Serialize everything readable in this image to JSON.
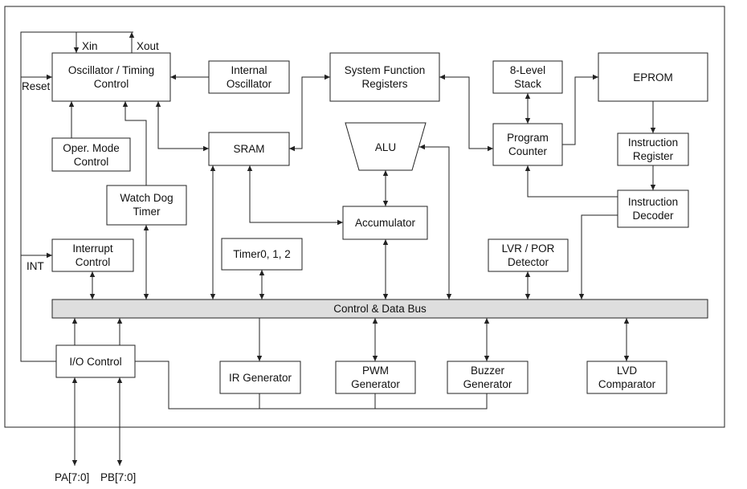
{
  "blocks": {
    "osc": [
      "Oscillator / Timing",
      "Control"
    ],
    "intosc": [
      "Internal",
      "Oscillator"
    ],
    "sfr": [
      "System Function",
      "Registers"
    ],
    "stack": [
      "8-Level",
      "Stack"
    ],
    "eprom": [
      "EPROM"
    ],
    "opmode": [
      "Oper. Mode",
      "Control"
    ],
    "sram": [
      "SRAM"
    ],
    "alu": [
      "ALU"
    ],
    "pc": [
      "Program",
      "Counter"
    ],
    "ireg": [
      "Instruction",
      "Register"
    ],
    "wdt": [
      "Watch Dog",
      "Timer"
    ],
    "idec": [
      "Instruction",
      "Decoder"
    ],
    "acc": [
      "Accumulator"
    ],
    "intc": [
      "Interrupt",
      "Control"
    ],
    "timer": [
      "Timer0, 1, 2"
    ],
    "lvr": [
      "LVR / POR",
      "Detector"
    ],
    "bus": [
      "Control & Data Bus"
    ],
    "io": [
      "I/O Control"
    ],
    "ir": [
      "IR Generator"
    ],
    "pwm": [
      "PWM",
      "Generator"
    ],
    "buzzer": [
      "Buzzer",
      "Generator"
    ],
    "lvd": [
      "LVD",
      "Comparator"
    ]
  },
  "signals": {
    "xin": "Xin",
    "xout": "Xout",
    "reset": "Reset",
    "int": "INT",
    "pa": "PA[7:0]",
    "pb": "PB[7:0]"
  }
}
